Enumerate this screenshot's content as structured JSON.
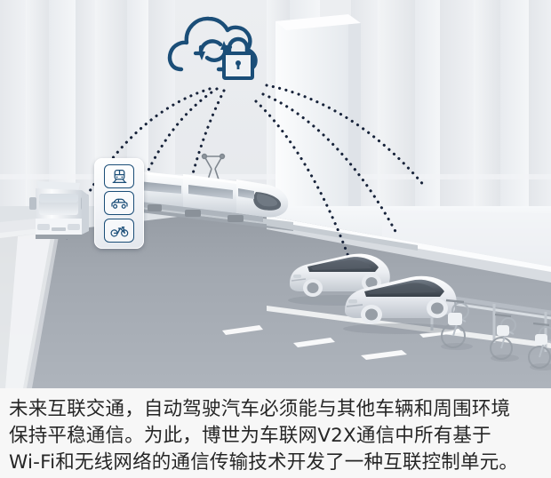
{
  "scene": {
    "name": "connected-mobility-illustration",
    "alt_summary": "城市道路场景，云端图标连接公交车、列车、汽车与自行车",
    "colors": {
      "brand_blue": "#1b4e78",
      "asphalt": "#a4aab2",
      "backdrop": "#e6e9ec",
      "caption_bg": "#f7f7f7",
      "caption_text": "#262626",
      "lane_marking": "#ffffff"
    },
    "cloud_icon": {
      "label": "cloud-sync-secure",
      "parts": [
        "cloud-outline",
        "sync-arrows",
        "padlock"
      ]
    },
    "signal_arcs": {
      "label": "dotted-signal-arcs",
      "count": 6,
      "style": "dotted"
    },
    "sign_panel": {
      "label": "transport-modes-sign",
      "tiles": [
        {
          "name": "train-icon",
          "label": "列车"
        },
        {
          "name": "car-icon",
          "label": "汽车"
        },
        {
          "name": "bicycle-icon",
          "label": "自行车"
        }
      ]
    },
    "vehicles": [
      {
        "name": "bus",
        "label": "公交车",
        "count": 1
      },
      {
        "name": "train",
        "label": "城际列车",
        "count": 1
      },
      {
        "name": "car",
        "label": "自动驾驶概念车",
        "count": 2
      },
      {
        "name": "bicycle",
        "label": "自行车/电动车",
        "count": 3
      }
    ]
  },
  "caption": {
    "name": "image-caption",
    "lines": [
      "未来互联交通，自动驾驶汽车必须能与其他车辆和周围环境",
      "保持平稳通信。为此，博世为车联网V2X通信中所有基于",
      "Wi-Fi和无线网络的通信传输技术开发了一种互联控制单元。"
    ]
  }
}
